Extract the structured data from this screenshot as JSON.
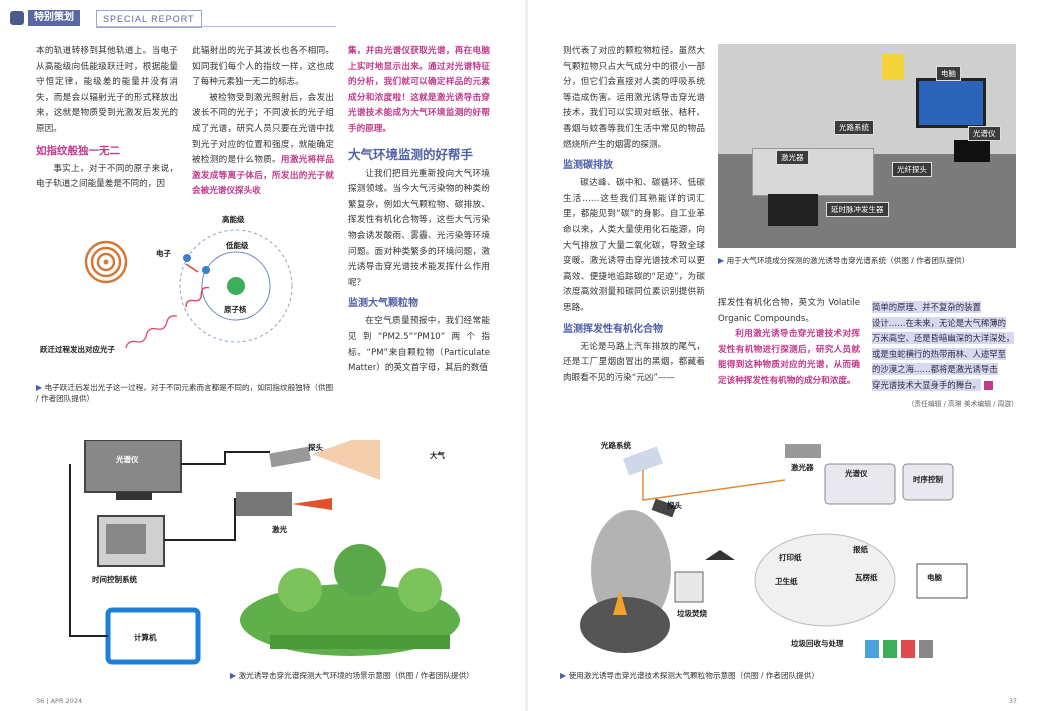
{
  "header": {
    "tag": "特别策划",
    "en": "SPECIAL REPORT"
  },
  "col1": {
    "p1": "本的轨道转移到其他轨道上。当电子从高能级向低能级跃迁时，根据能量守恒定律，能级差的能量并没有消失，而是会以辐射光子的形式释放出来，这就是物质受到光激发后发光的原因。",
    "h1": "如指纹般独一无二",
    "p2": "事实上，对于不同的原子来说，电子轨道之间能量差是不同的，因"
  },
  "col2": {
    "p1": "此辐射出的光子其波长也各不相同。如同我们每个人的指纹一样，这也成了每种元素独一无二的标志。",
    "p2a": "被检物受到激光照射后，会发出波长不同的光子；不同波长的光子组成了光谱，研究人员只要在光谱中找到光子对应的位置和强度，就能确定被检测的是什么物质。",
    "p2b": "用激光将样品激发成等离子体后，所发出的光子就会被光谱仪探头收"
  },
  "col3": {
    "p1": "集，并由光谱仪获取光谱，再在电脑上实时地显示出来。通过对光谱特征的分析，我们就可以确定样品的元素成分和浓度啦！这就是激光诱导击穿光谱技术能成为大气环境监测的好帮手的原理。",
    "h1": "大气环境监测的好帮手",
    "p2": "让我们把目光重新投向大气环境探测领域。当今大气污染物的种类纷繁复杂，例如大气颗粒物、碳排放、挥发性有机化合物等，这些大气污染物会诱发酸雨、雾霾、光污染等环境问题。面对种类繁多的环境问题，激光诱导击穿光谱技术能发挥什么作用呢？",
    "h2": "监测大气颗粒物",
    "p3": "在空气质量预报中，我们经常能见到“PM2.5”“PM10”两个指标。“PM”来自颗粒物（Particulate Matter）的英文首字母，其后的数值"
  },
  "col4": {
    "p1": "则代表了对应的颗粒物粒径。虽然大气颗粒物只占大气成分中的很小一部分，但它们会直接对人类的呼吸系统等造成伤害。运用激光诱导击穿光谱技术，我们可以实现对纸张、秸秆、香烟与蚊香等我们生活中常见的物品燃烧所产生的烟雾的探测。",
    "h1": "监测碳排放",
    "p2": "碳达峰、碳中和、碳循环、低碳生活……这些我们耳熟能详的词汇里，都能见到“碳”的身影。自工业革命以来，人类大量使用化石能源，向大气排放了大量二氧化碳，导致全球变暖。激光诱导击穿光谱技术可以更高效、便捷地追踪碳的“足迹”，为碳浓度高效测量和碳同位素识别提供新思路。",
    "h2": "监测挥发性有机化合物",
    "p3": "无论是马路上汽车排放的尾气，还是工厂里烟囱冒出的黑烟，都藏着肉眼看不见的污染“元凶”——"
  },
  "col5": {
    "p1": "挥发性有机化合物，英文为 Volatile Organic Compounds。",
    "p2": "利用激光诱导击穿光谱技术对挥发性有机物进行探测后，研究人员就能得到这种物质对应的光谱，从而确定该种挥发性有机物的成分和浓度。"
  },
  "quote": {
    "lines": [
      "简单的原理、并不复杂的装置",
      "设计……在未来，无论是大气稀薄的",
      "万米高空、还是昏暗幽深的大洋深处，",
      "或是虫蛇横行的热带雨林、人迹罕至",
      "的沙漠之海……都将是激光诱导击",
      "穿光谱技术大显身手的舞台。"
    ],
    "credit": "（责任编辑 / 高琳  美术编辑 / 周游）"
  },
  "fig_energy": {
    "high": "高能级",
    "low": "低能级",
    "electron": "电子",
    "nucleus": "原子核",
    "emit": "跃迁过程发出对应光子",
    "caption": "电子跃迁后发出光子这一过程，对于不同元素而言都是不同的，如同指纹般独特（供图 / 作者团队提供）"
  },
  "fig_photo": {
    "labels": [
      "电脑",
      "光路系统",
      "光谱仪",
      "激光器",
      "光纤探头",
      "延时脉冲发生器"
    ],
    "caption": "用于大气环境成分探测的激光诱导击穿光谱系统（供图 / 作者团队提供）"
  },
  "fig_scene": {
    "spectrometer": "光谱仪",
    "probe": "探头",
    "atmos": "大气",
    "laser": "激光",
    "timer": "时间控制系统",
    "computer": "计算机",
    "caption": "激光诱导击穿光谱探测大气环境的场景示意图（供图 / 作者团队提供）"
  },
  "fig_particle": {
    "optics": "光路系统",
    "laser": "激光器",
    "spectrometer": "光谱仪",
    "timing": "时序控制",
    "probe": "探头",
    "computer": "电脑",
    "items": [
      "打印纸",
      "报纸",
      "卫生纸",
      "瓦楞纸"
    ],
    "burn": "垃圾焚烧",
    "recycle": "垃圾回收与处理",
    "caption": "使用激光诱导击穿光谱技术探测大气颗粒物示意图（供图 / 作者团队提供）"
  },
  "footer": {
    "left": "36  |  APR    2024",
    "right": "37"
  }
}
